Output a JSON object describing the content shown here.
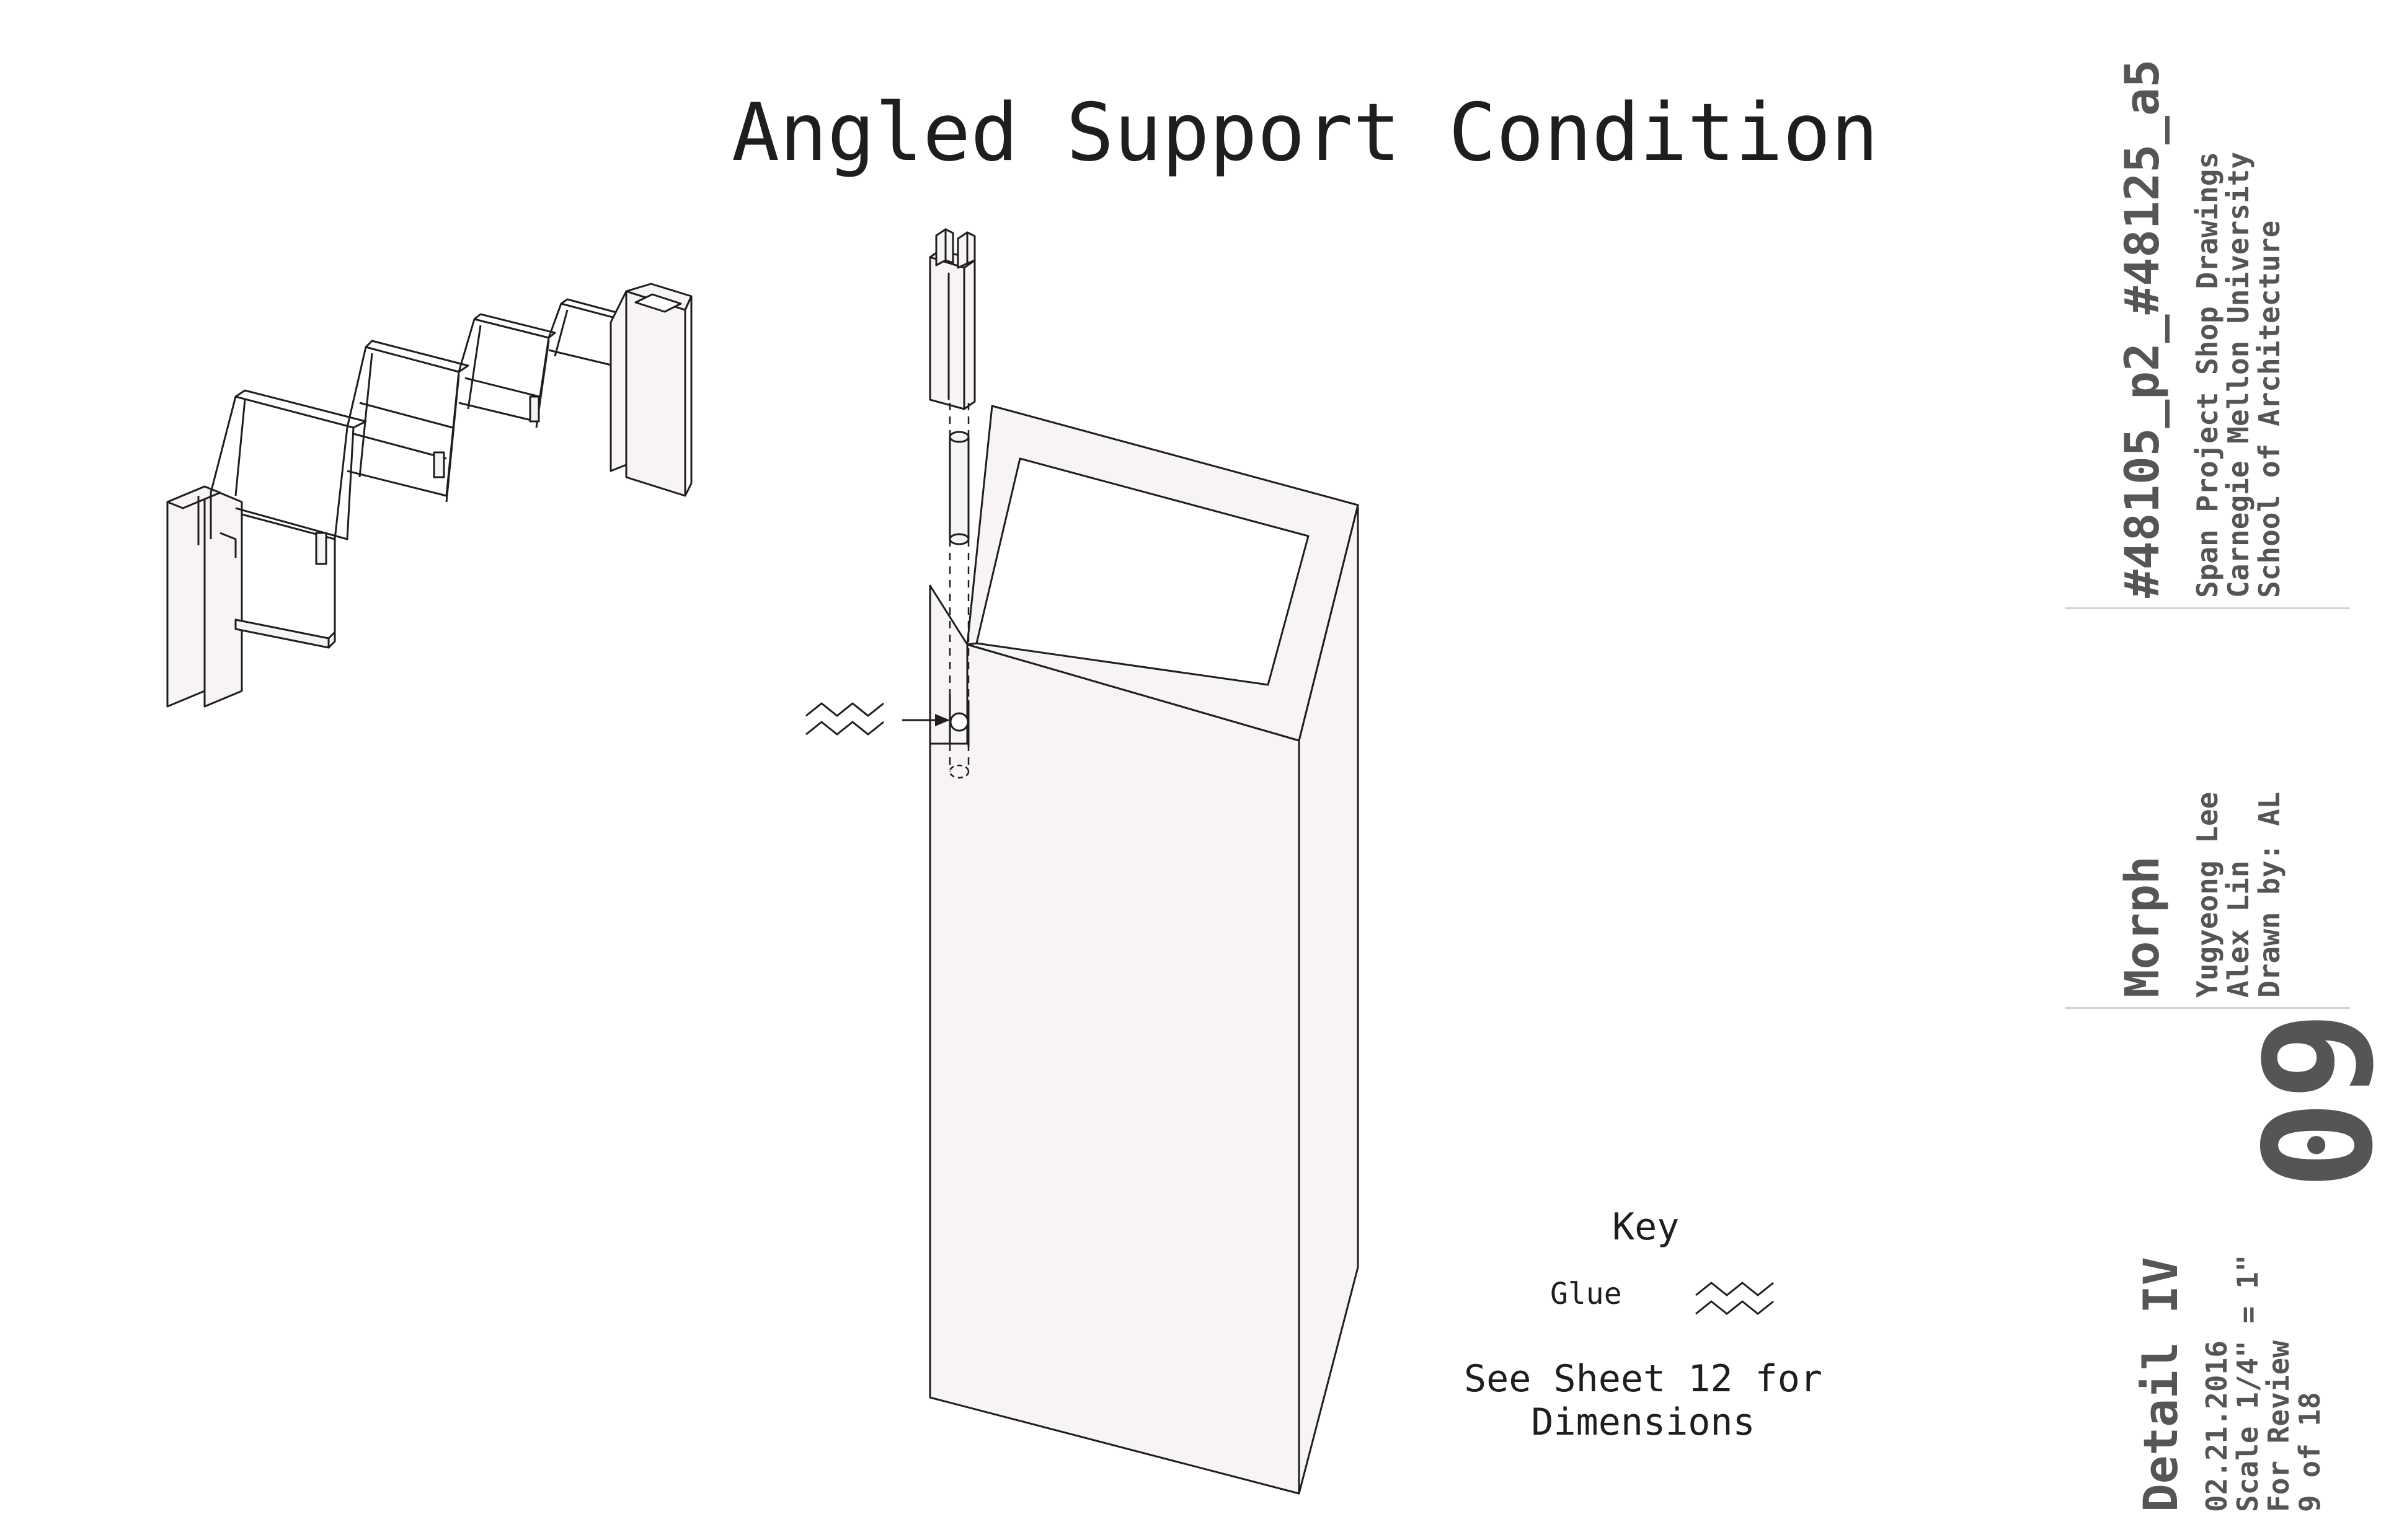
{
  "title": "Angled Support Condition",
  "key": {
    "heading": "Key",
    "glue_label": "Glue"
  },
  "note": "See Sheet 12 for Dimensions",
  "title_block": {
    "project_code": "#48105_p2_#48125_a5",
    "org_lines": [
      "Span Project Shop Drawings",
      "Carnegie Mellon University",
      "School of Architecture"
    ],
    "project_name": "Morph",
    "people_lines": [
      "Yugyeong Lee",
      "Alex Lin",
      "Drawn by: AL"
    ],
    "sheet_number": "09",
    "detail_name": "Detail IV",
    "info_lines": [
      "02.21.2016",
      "Scale 1/4\" = 1\"",
      "For Review",
      "9 of 18"
    ]
  },
  "colors": {
    "line": "#1e1e1e",
    "fill": "#f8f4f4",
    "title_block_text": "#555555",
    "divider": "#d2d2d2"
  }
}
